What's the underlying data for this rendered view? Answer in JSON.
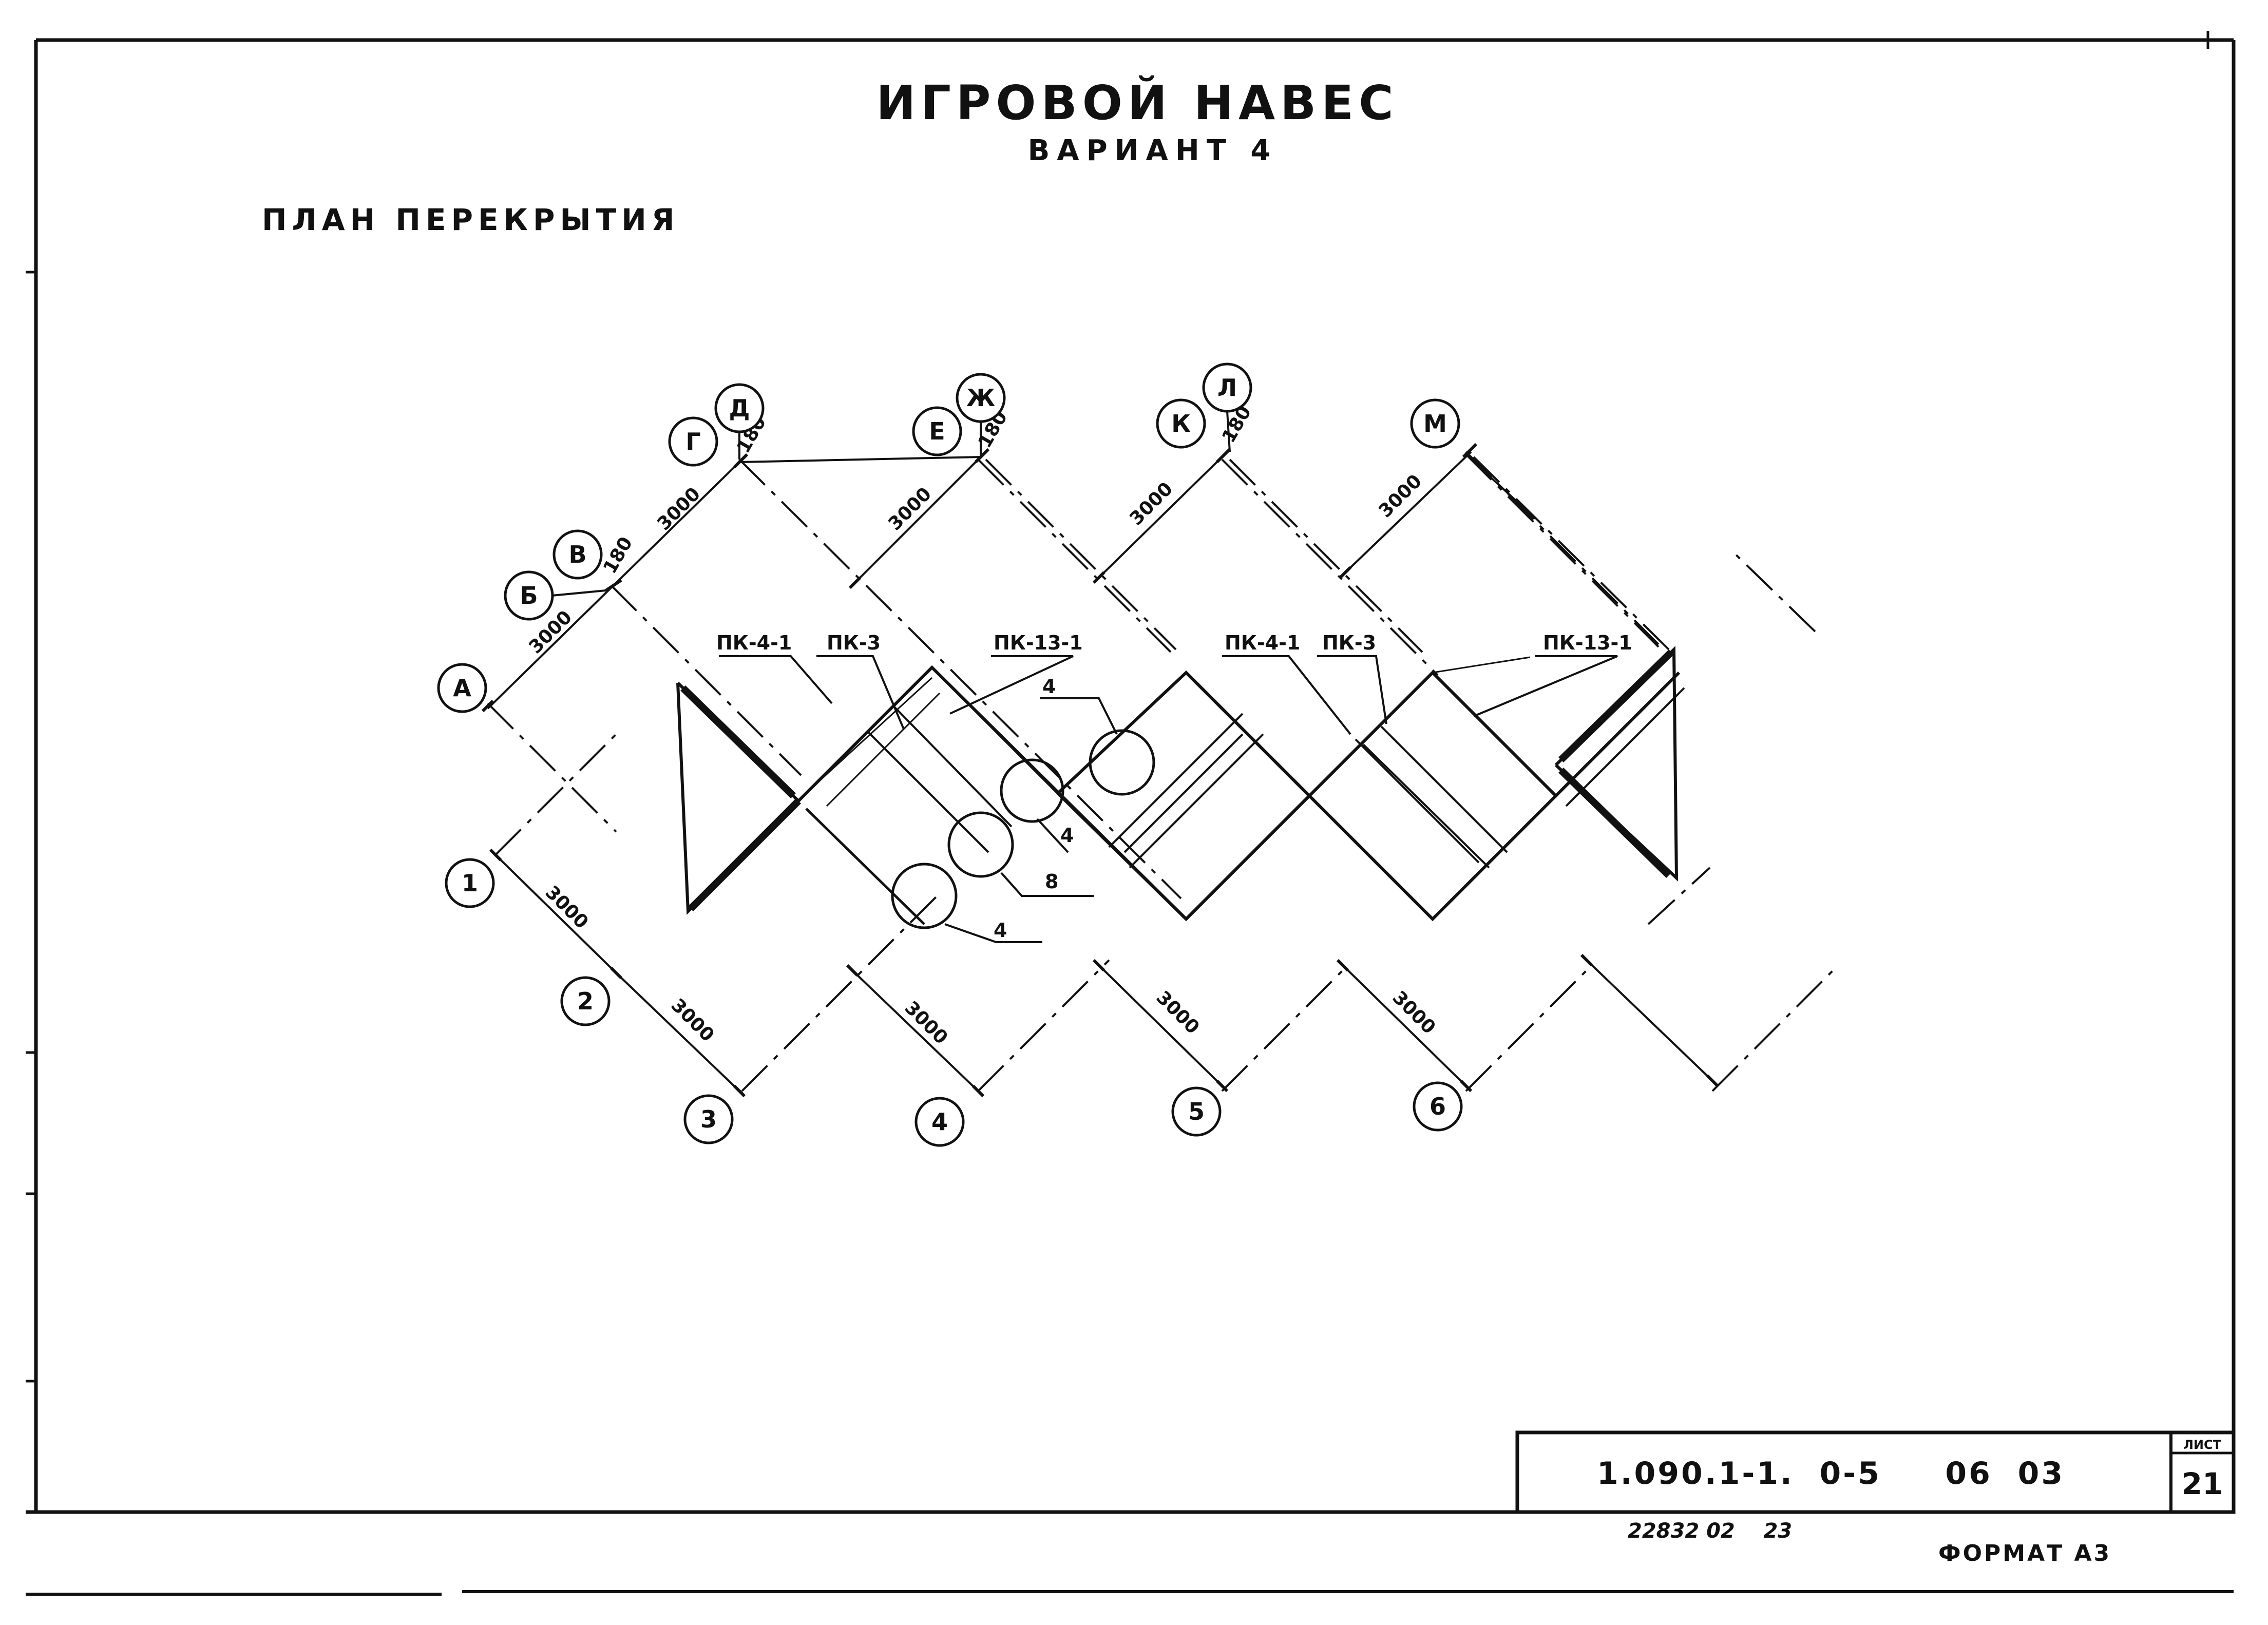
{
  "title": {
    "main": "ИГРОВОЙ НАВЕС",
    "variant": "ВАРИАНТ 4",
    "plan": "ПЛАН ПЕРЕКРЫТИЯ"
  },
  "grid_axes": {
    "letters": [
      "А",
      "Б",
      "В",
      "Г",
      "Д",
      "Е",
      "Ж",
      "К",
      "Л",
      "М"
    ],
    "numbers": [
      "1",
      "2",
      "3",
      "4",
      "5",
      "6"
    ]
  },
  "dimensions": {
    "span": "3000",
    "offset": "180"
  },
  "slab_marks": [
    "ПК-4-1",
    "ПК-3",
    "ПК-13-1",
    "ПК-4-1",
    "ПК-3",
    "ПК-13-1"
  ],
  "node_callouts": [
    "4",
    "4",
    "8",
    "4"
  ],
  "stamp": {
    "doc_code": "1.090.1-1.  0-5     06  03",
    "sheet_label": "ЛИСТ",
    "sheet_number": "21",
    "inventory": "22832 02    23",
    "format": "ФОРМАТ А3"
  }
}
